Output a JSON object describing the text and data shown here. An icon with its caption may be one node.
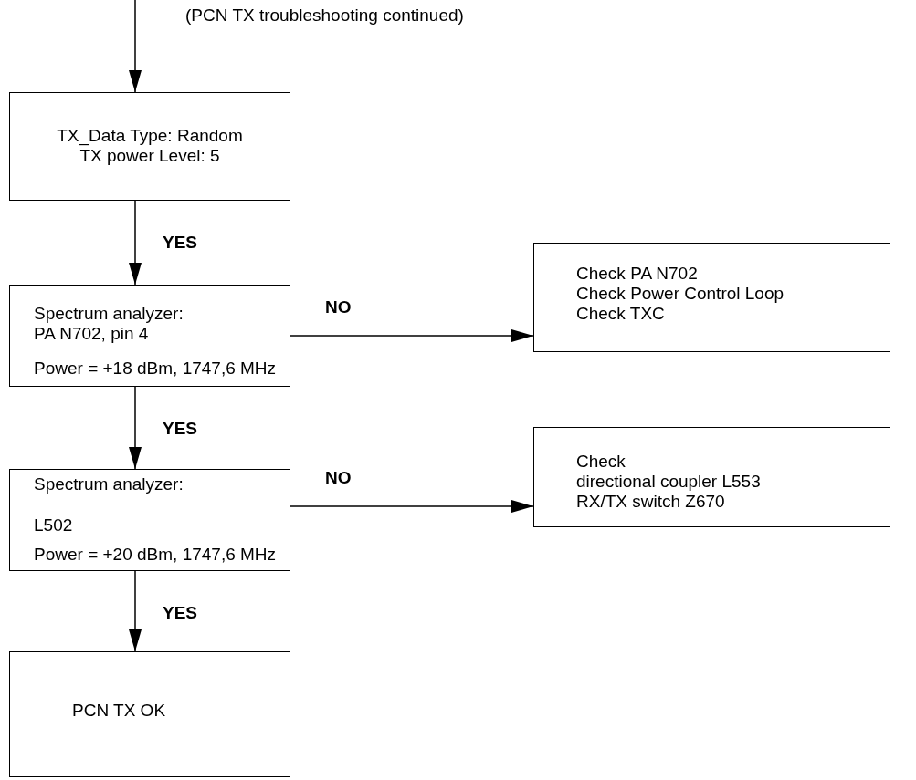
{
  "diagram": {
    "nodes": [
      {
        "text": [
          "TX_Data Type: Random TX power Level: 5"
        ]
      },
      {
        "text": [
          "Spectrum analyzer: PA N702, pin 4",
          "Power = +18 dBm, 1747,6 MHz"
        ]
      },
      {
        "text": [
          "Check PA N702",
          "Check Power Control Loop",
          "Check TXC"
        ]
      },
      {
        "text": [
          "Spectrum analyzer:",
          "L502",
          "Power = +20 dBm, 1747,6 MHz"
        ]
      },
      {
        "text": [
          "Check",
          "directional coupler L553",
          "RX/TX switch Z670"
        ]
      },
      {
        "text": [
          "PCN TX OK"
        ]
      }
    ],
    "edges": [
      {
        "from": null,
        "to": 0,
        "arrow": "to"
      },
      {
        "from": 0,
        "to": 1,
        "arrow": "to",
        "label": "YES"
      },
      {
        "from": 1,
        "to": 2,
        "arrow": "to",
        "label": "NO"
      },
      {
        "from": 1,
        "to": 3,
        "arrow": "to",
        "label": "YES"
      },
      {
        "from": 3,
        "to": 4,
        "arrow": "to",
        "label": "NO"
      },
      {
        "from": 3,
        "to": 5,
        "arrow": "to",
        "label": "YES"
      }
    ],
    "labels": [
      "(PCN TX troubleshooting continued)"
    ]
  }
}
